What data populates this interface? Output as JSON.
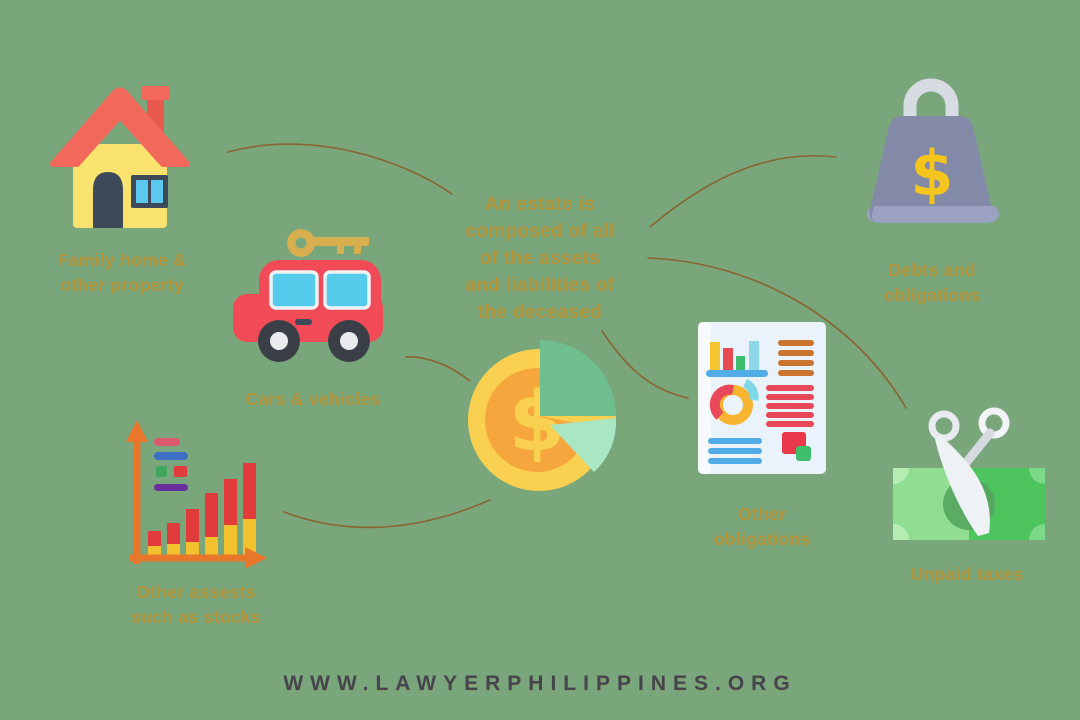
{
  "page": {
    "background_color": "#7AA67B",
    "accent_text_color": "#B2943A",
    "footer_text_color": "#45464D",
    "connector_color": "#8A5E2B"
  },
  "center_message": {
    "text": "An estate is\ncomposed of all\nof the assets\nand liabilities of\nthe deceased"
  },
  "nodes": {
    "family_home": {
      "label": "Family home &\nother property",
      "icon": "house-icon"
    },
    "cars": {
      "label": "Cars & vehicles",
      "icon": "car-key-icon"
    },
    "stocks": {
      "label": "Other assests\nsuch as stocks",
      "icon": "stock-bar-chart-icon"
    },
    "debts": {
      "label": "Debts and\nobligations",
      "icon": "money-weight-icon"
    },
    "other_obligations": {
      "label": "Other\nobligations",
      "icon": "report-document-icon"
    },
    "unpaid_taxes": {
      "label": "Unpaid taxes",
      "icon": "scissors-money-icon"
    }
  },
  "coin": {
    "currency_symbol": "$"
  },
  "weight": {
    "currency_symbol": "$"
  },
  "footer": {
    "website": "WWW.LAWYERPHILIPPINES.ORG"
  }
}
